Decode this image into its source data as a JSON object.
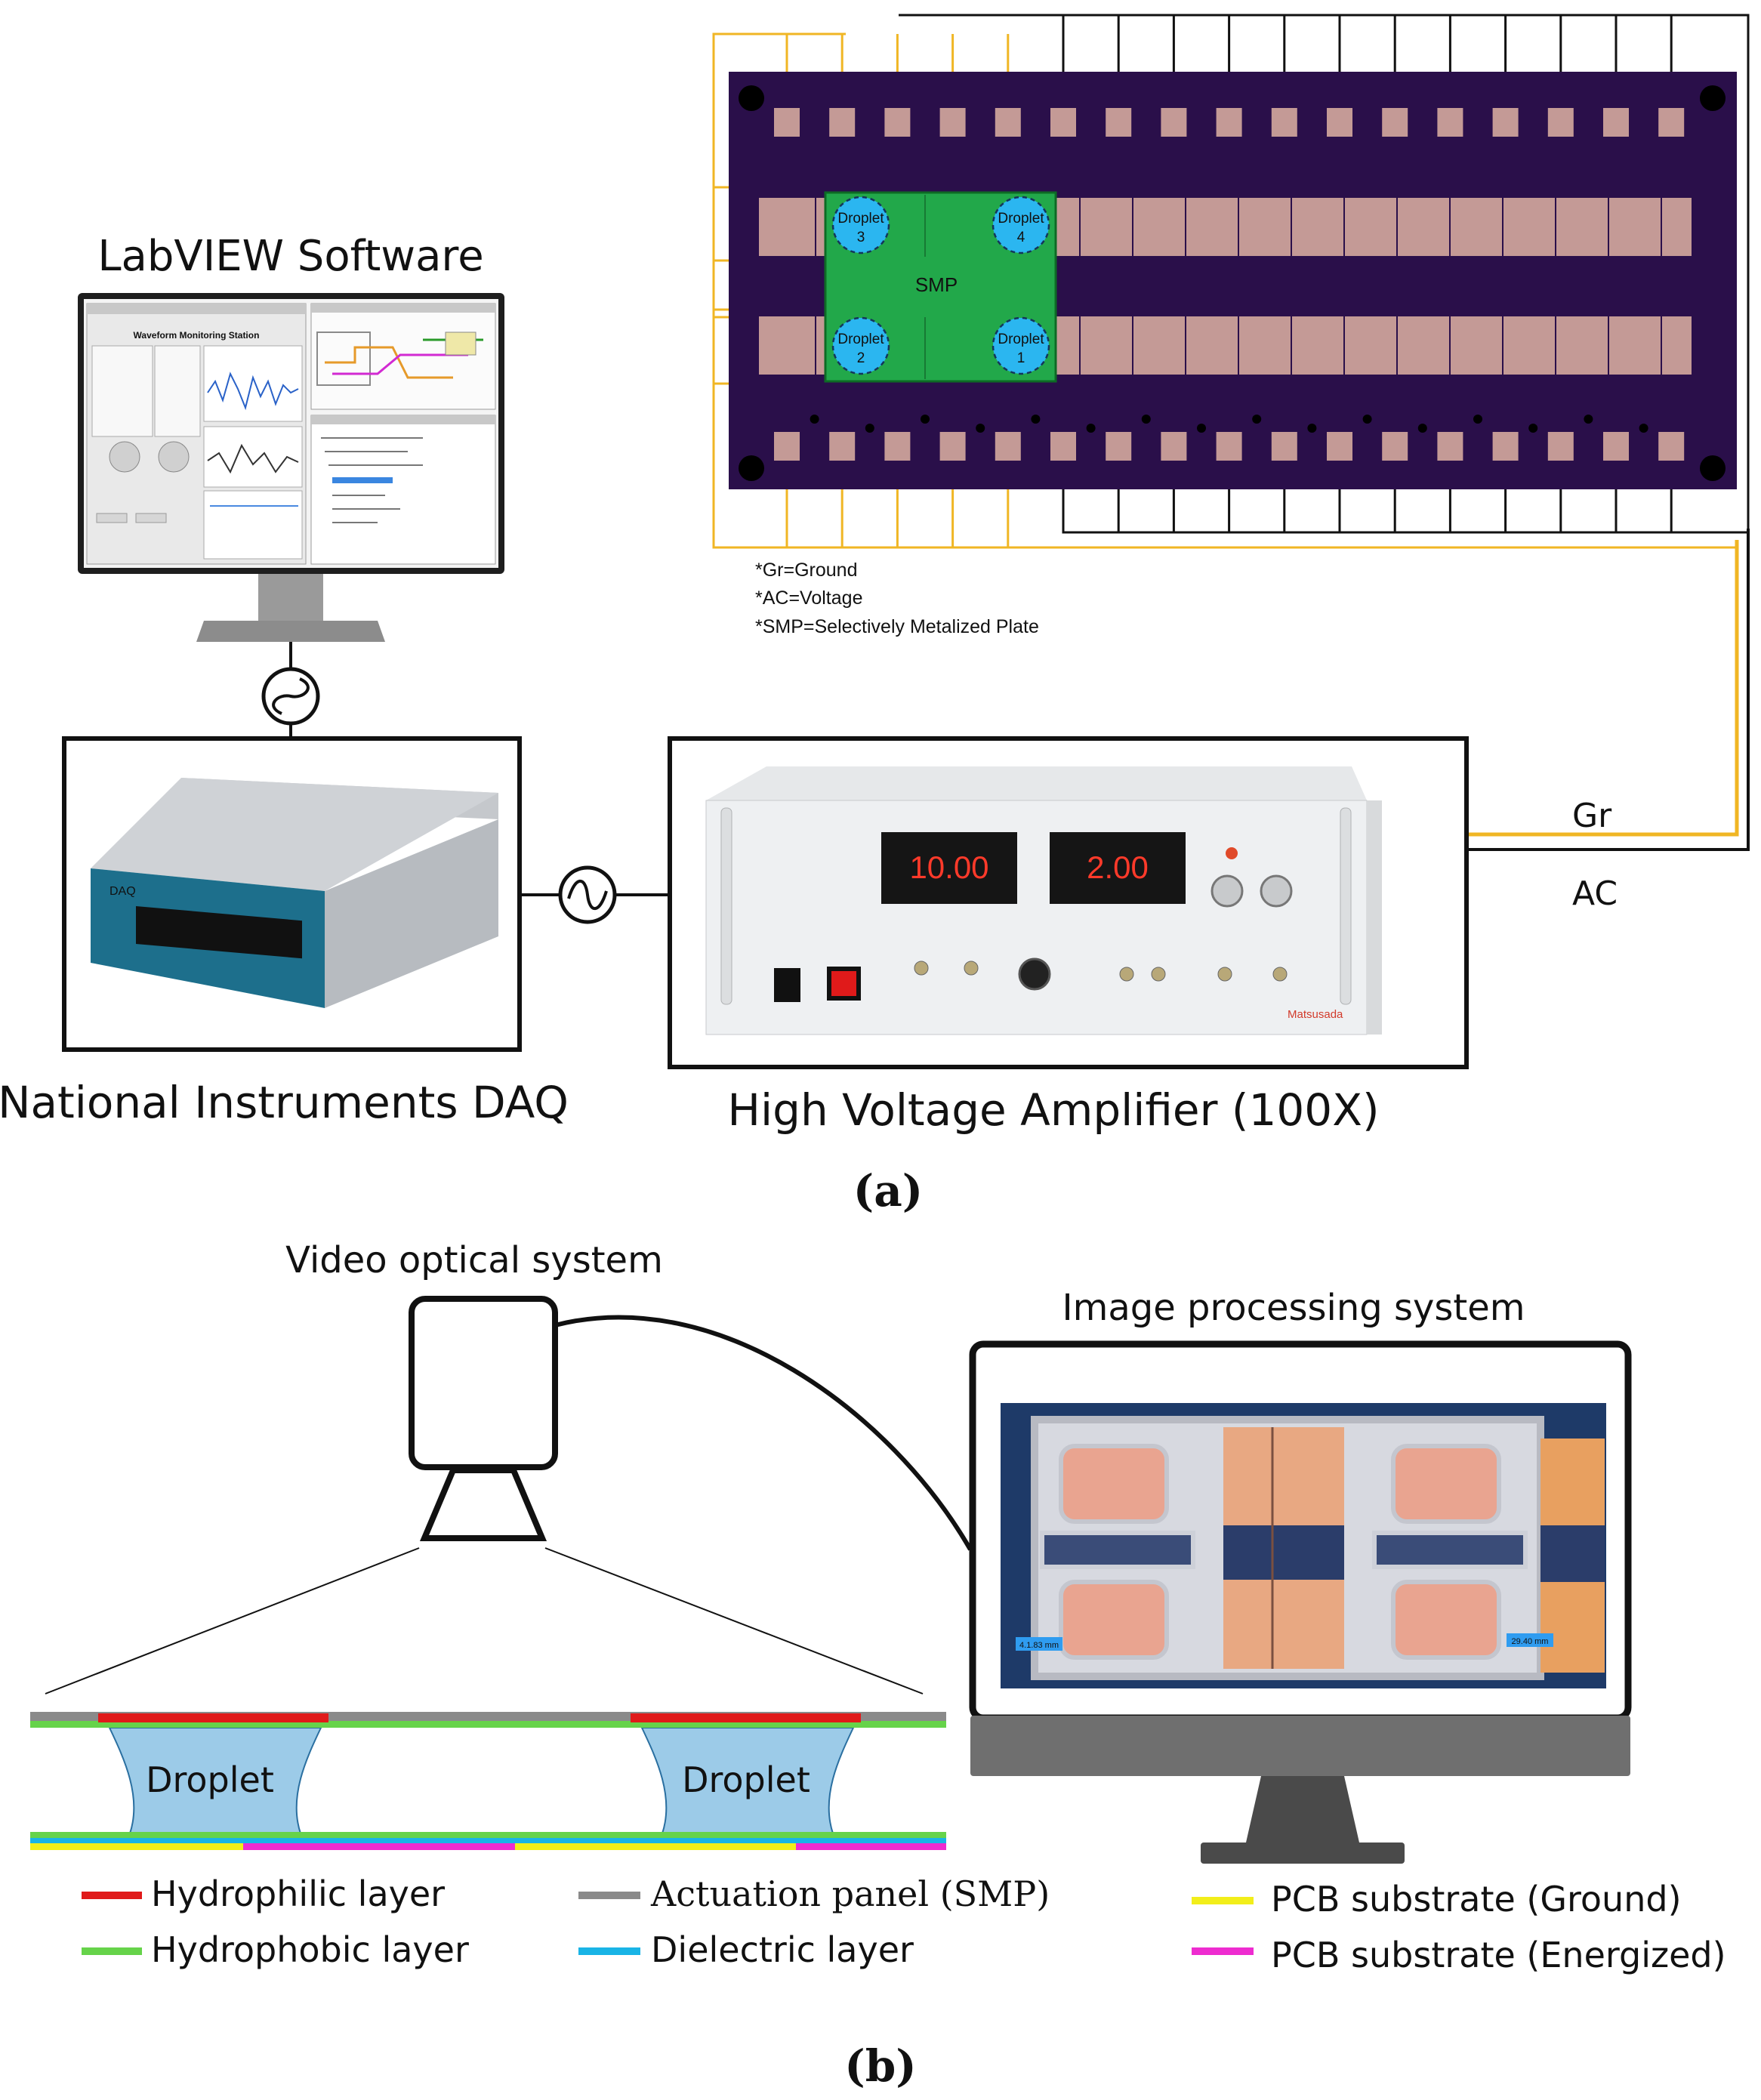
{
  "colors": {
    "board": "#2a0f4a",
    "pad": "#c49a96",
    "smp": "#22a84a",
    "droplet": "#2bb6f0",
    "gr_wire": "#f0b624",
    "ac_wire": "#111111",
    "hydrophilic": "#e01a1a",
    "hydrophobic": "#66d34a",
    "smp_layer": "#8a8a8a",
    "dielectric": "#19b4e6",
    "pcb_ground": "#f2ee1a",
    "pcb_energized": "#ee2cd0",
    "droplet_fill": "#9ccbe8"
  },
  "panel_a": {
    "label": "(a)",
    "labview_title": "LabVIEW Software",
    "labview_window_title": "Waveform Monitoring Station",
    "daq_label": "National Instruments DAQ",
    "amp_label": "High Voltage Amplifier (100X)",
    "amp_display_voltage": "10.00",
    "amp_display_current": "2.00",
    "amp_brand": "Matsusada",
    "smp_label": "SMP",
    "droplets": [
      "Droplet 3",
      "Droplet 4",
      "Droplet 2",
      "Droplet 1"
    ],
    "wire_gr": "Gr",
    "wire_ac": "AC",
    "notes": [
      "*Gr=Ground",
      "*AC=Voltage",
      "*SMP=Selectively Metalized Plate"
    ]
  },
  "panel_b": {
    "label": "(b)",
    "video_title": "Video optical system",
    "image_title": "Image processing system",
    "droplet_text": "Droplet",
    "scale_left": "4.1.83 mm",
    "scale_right": "29.40 mm",
    "legend": {
      "hydrophilic": "Hydrophilic layer",
      "hydrophobic": "Hydrophobic layer",
      "smp": "Actuation panel (SMP)",
      "dielectric": "Dielectric layer",
      "pcb_ground": "PCB substrate (Ground)",
      "pcb_energized": "PCB substrate (Energized)"
    }
  }
}
